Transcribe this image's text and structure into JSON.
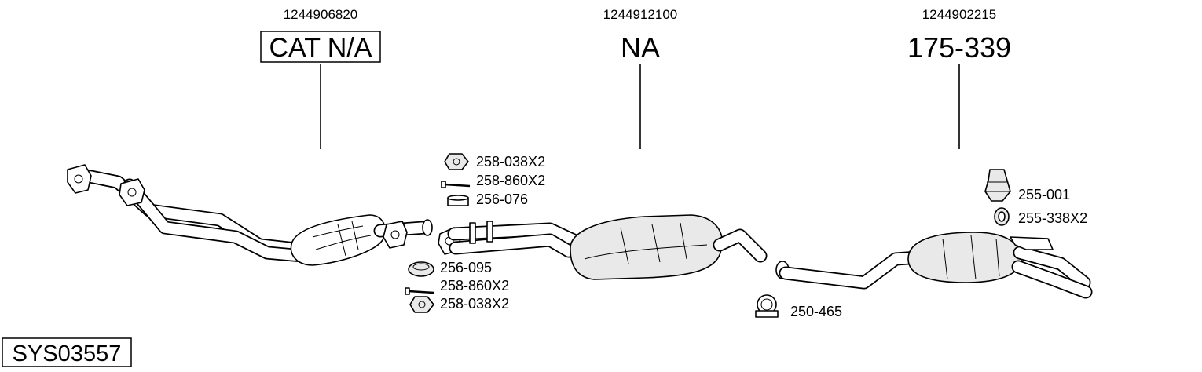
{
  "assemblies": [
    {
      "ref": "1244906820",
      "code": "CAT N/A",
      "boxed": true
    },
    {
      "ref": "1244912100",
      "code": "NA",
      "boxed": false
    },
    {
      "ref": "1244902215",
      "code": "175-339",
      "boxed": false
    }
  ],
  "parts": {
    "nut_upper": "258-038X2",
    "bolt_upper": "258-860X2",
    "ring_upper": "256-076",
    "ring_lower": "256-095",
    "bolt_lower": "258-860X2",
    "nut_lower": "258-038X2",
    "clamp": "250-465",
    "hanger": "255-001",
    "hanger_ring": "255-338X2"
  },
  "system_id": "SYS03557",
  "colors": {
    "line": "#000000",
    "background": "#ffffff",
    "shade": "#e9e9e9"
  }
}
